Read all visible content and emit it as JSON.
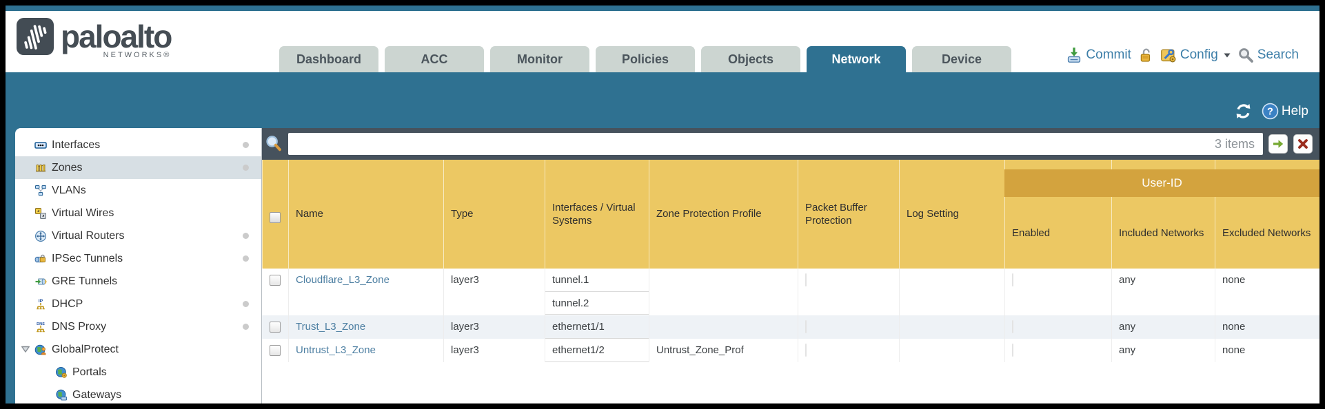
{
  "brand": {
    "name": "paloalto",
    "sub": "NETWORKS®"
  },
  "nav": {
    "tabs": [
      {
        "label": "Dashboard",
        "active": false
      },
      {
        "label": "ACC",
        "active": false
      },
      {
        "label": "Monitor",
        "active": false
      },
      {
        "label": "Policies",
        "active": false
      },
      {
        "label": "Objects",
        "active": false
      },
      {
        "label": "Network",
        "active": true
      },
      {
        "label": "Device",
        "active": false
      }
    ]
  },
  "actions": {
    "commit": "Commit",
    "config": "Config",
    "search": "Search"
  },
  "banner": {
    "help": "Help"
  },
  "filter": {
    "count": "3 items"
  },
  "colors": {
    "teal": "#2f7191",
    "filter_strip": "#46525d",
    "header_amber": "#ecc863",
    "userid_amber": "#d3a33e",
    "link_blue": "#4d7fa2",
    "action_blue": "#3c7ea8"
  },
  "sidebar": {
    "items": [
      {
        "label": "Interfaces",
        "icon": "interfaces-icon",
        "dot": true
      },
      {
        "label": "Zones",
        "icon": "zones-icon",
        "dot": true,
        "selected": true
      },
      {
        "label": "VLANs",
        "icon": "vlans-icon"
      },
      {
        "label": "Virtual Wires",
        "icon": "virtual-wires-icon"
      },
      {
        "label": "Virtual Routers",
        "icon": "virtual-routers-icon",
        "dot": true
      },
      {
        "label": "IPSec Tunnels",
        "icon": "ipsec-tunnels-icon",
        "dot": true
      },
      {
        "label": "GRE Tunnels",
        "icon": "gre-tunnels-icon"
      },
      {
        "label": "DHCP",
        "icon": "dhcp-icon",
        "dot": true
      },
      {
        "label": "DNS Proxy",
        "icon": "dns-proxy-icon",
        "dot": true
      },
      {
        "label": "GlobalProtect",
        "icon": "globalprotect-icon",
        "expanded": true
      },
      {
        "label": "Portals",
        "icon": "portals-icon",
        "child": true
      },
      {
        "label": "Gateways",
        "icon": "gateways-icon",
        "child": true
      }
    ]
  },
  "table": {
    "group_header": "User-ID",
    "columns": [
      "",
      "Name",
      "Type",
      "Interfaces / Virtual Systems",
      "Zone Protection Profile",
      "Packet Buffer Protection",
      "Log Setting",
      "Enabled",
      "Included Networks",
      "Excluded Networks"
    ],
    "rows": [
      {
        "name": "Cloudflare_L3_Zone",
        "type": "layer3",
        "interfaces": [
          "tunnel.1",
          "tunnel.2"
        ],
        "zone_protection_profile": "",
        "log_setting": "",
        "included_networks": "any",
        "excluded_networks": "none"
      },
      {
        "name": "Trust_L3_Zone",
        "type": "layer3",
        "interfaces": [
          "ethernet1/1"
        ],
        "zone_protection_profile": "",
        "log_setting": "",
        "included_networks": "any",
        "excluded_networks": "none"
      },
      {
        "name": "Untrust_L3_Zone",
        "type": "layer3",
        "interfaces": [
          "ethernet1/2"
        ],
        "zone_protection_profile": "Untrust_Zone_Prof",
        "log_setting": "",
        "included_networks": "any",
        "excluded_networks": "none"
      }
    ]
  }
}
